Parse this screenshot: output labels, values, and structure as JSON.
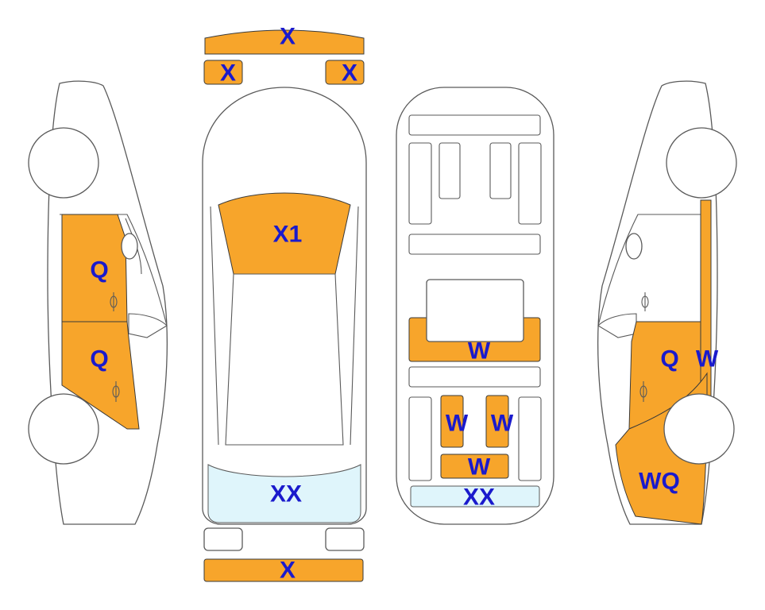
{
  "colors": {
    "damage_fill": "#f7a52b",
    "glass_fill": "#dff5fb",
    "label": "#1a1acc",
    "outline": "#5a5a5a"
  },
  "views": {
    "front_bumper": {
      "label": "X"
    },
    "front_left_light": {
      "label": "X"
    },
    "front_right_light": {
      "label": "X"
    },
    "windshield": {
      "label": "X1"
    },
    "rear_window": {
      "label": "XX"
    },
    "rear_bumper": {
      "label": "X"
    },
    "left_front_door": {
      "label": "Q"
    },
    "left_rear_door": {
      "label": "Q"
    },
    "floor_center": {
      "label": "W"
    },
    "floor_left_rear": {
      "label": "W"
    },
    "floor_right_rear": {
      "label": "W"
    },
    "floor_trunk": {
      "label": "W"
    },
    "floor_rear_glass": {
      "label": "XX"
    },
    "right_door": {
      "label": "Q"
    },
    "right_pillar": {
      "label": "W"
    },
    "right_quarter": {
      "label": "WQ"
    }
  }
}
